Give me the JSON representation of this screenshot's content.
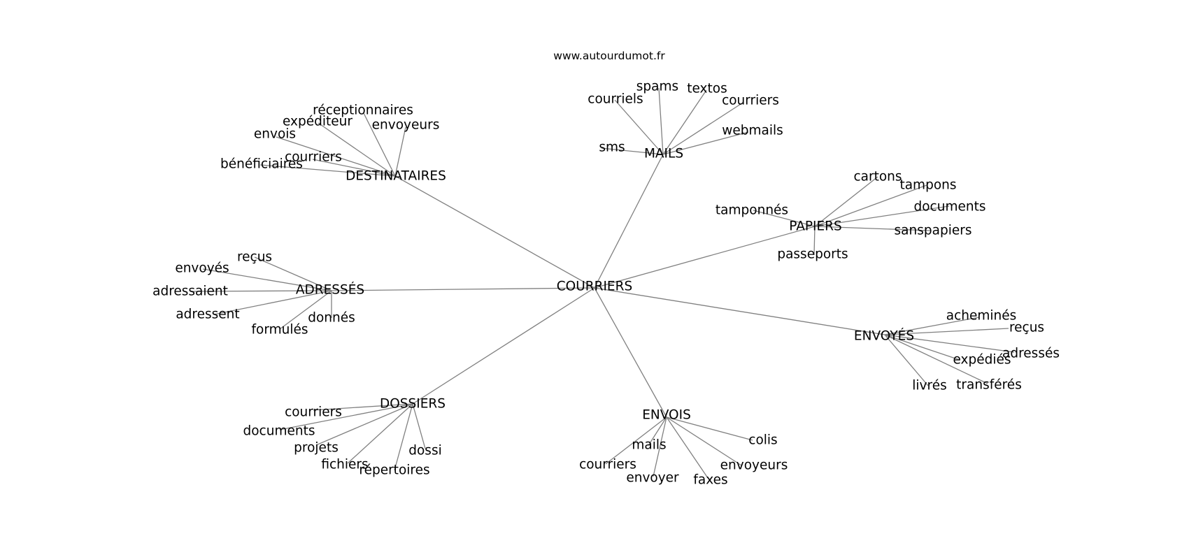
{
  "header": {
    "site": "www.autourdumot.fr"
  },
  "graph": {
    "root": "COURRIERS",
    "groups": [
      {
        "hub": "DESTINATAIRES",
        "leaves": [
          "réceptionnaires",
          "expéditeur",
          "envoyeurs",
          "envois",
          "courriers",
          "bénéficiaires"
        ]
      },
      {
        "hub": "MAILS",
        "leaves": [
          "spams",
          "textos",
          "courriels",
          "courriers",
          "webmails",
          "sms"
        ]
      },
      {
        "hub": "PAPIERS",
        "leaves": [
          "cartons",
          "tampons",
          "documents",
          "tamponnés",
          "sanspapiers",
          "passeports"
        ]
      },
      {
        "hub": "ADRESSÉS",
        "leaves": [
          "reçus",
          "envoyés",
          "adressaient",
          "adressent",
          "donnés",
          "formulés"
        ]
      },
      {
        "hub": "ENVOYÉS",
        "leaves": [
          "acheminés",
          "reçus",
          "adressés",
          "expédiés",
          "livrés",
          "transférés"
        ]
      },
      {
        "hub": "DOSSIERS",
        "leaves": [
          "courriers",
          "documents",
          "projets",
          "dossi",
          "fichiers",
          "répertoires"
        ]
      },
      {
        "hub": "ENVOIS",
        "leaves": [
          "colis",
          "mails",
          "courriers",
          "envoyeurs",
          "envoyer",
          "faxes"
        ]
      }
    ]
  },
  "colors": {
    "edge": "#808080",
    "text": "#000000",
    "background": "#ffffff"
  }
}
